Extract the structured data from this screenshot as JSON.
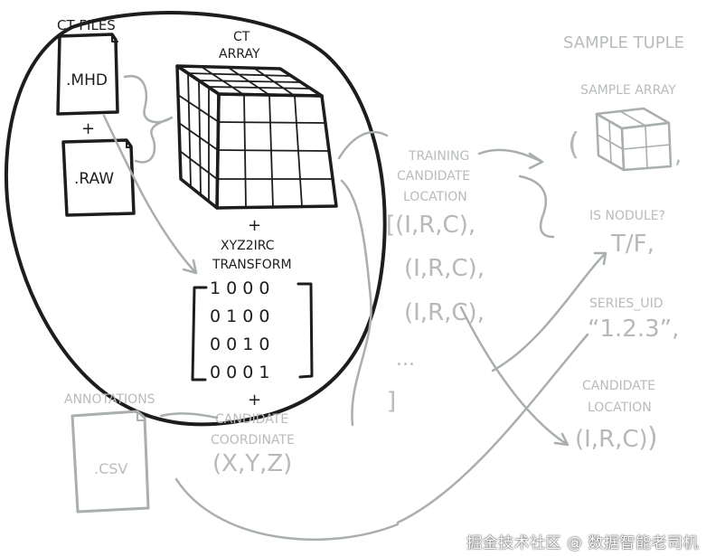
{
  "ct_files": {
    "title": "CT FILES",
    "mhd": ".MHD",
    "plus": "+",
    "raw": ".RAW"
  },
  "ct_array": {
    "label_line1": "CT",
    "label_line2": "ARRAY"
  },
  "transform": {
    "plus": "+",
    "label_line1": "XYZ2IRC",
    "label_line2": "TRANSFORM",
    "matrix_rows": [
      "1 0 0 0",
      "0 1 0 0",
      "0 0 1 0",
      "0 0 0 1"
    ],
    "plus_after": "+"
  },
  "candidate_coordinate": {
    "label_line1": "CANDIDATE",
    "label_line2": "COORDINATE",
    "value": "(X,Y,Z)"
  },
  "annotations": {
    "title": "ANNOTATIONS",
    "file": ".CSV"
  },
  "training": {
    "label_line1": "TRAINING",
    "label_line2": "CANDIDATE",
    "label_line3": "LOCATION",
    "rows": [
      "[(I,R,C),",
      "(I,R,C),",
      "(I,R,C),",
      "...",
      "]"
    ]
  },
  "sample_tuple": {
    "title": "SAMPLE TUPLE",
    "sample_array_label": "SAMPLE ARRAY",
    "open_paren": "(",
    "trailing_comma": ",",
    "is_nodule_label": "IS NODULE?",
    "is_nodule_value": "T/F,",
    "series_uid_label": "SERIES_UID",
    "series_uid_value": "“1.2.3”,",
    "candidate_location_label_line1": "CANDIDATE",
    "candidate_location_label_line2": "LOCATION",
    "candidate_location_value": "(I,R,C)",
    "close_paren": ")"
  },
  "watermark": "掘金技术社区 @ 数据智能老司机"
}
